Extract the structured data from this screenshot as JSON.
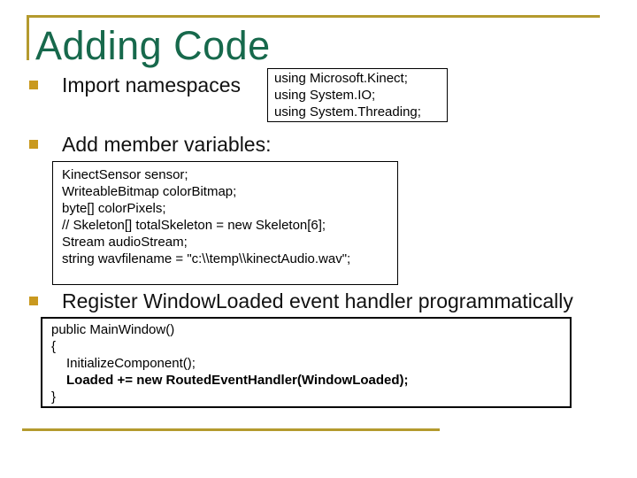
{
  "slide": {
    "title": "Adding Code",
    "bullets": [
      {
        "label": "Import namespaces"
      },
      {
        "label": "Add member variables:"
      },
      {
        "label": "Register WindowLoaded event handler programmatically"
      }
    ],
    "code_boxes": [
      {
        "lines": [
          "using Microsoft.Kinect;",
          "using System.IO;",
          "using System.Threading;"
        ]
      },
      {
        "lines": [
          "KinectSensor sensor;",
          "WriteableBitmap colorBitmap;",
          "byte[] colorPixels;",
          "// Skeleton[] totalSkeleton = new Skeleton[6];",
          "Stream audioStream;",
          "string wavfilename = \"c:\\\\temp\\\\kinectAudio.wav\";"
        ]
      },
      {
        "lines": [
          "public MainWindow()",
          "{",
          "InitializeComponent();",
          "Loaded += new RoutedEventHandler(WindowLoaded);",
          "}"
        ]
      }
    ],
    "colors": {
      "title_green": "#17694C",
      "accent_gold": "#B49A2E",
      "bullet_gold": "#C9991F",
      "code_border": "#000000"
    }
  }
}
